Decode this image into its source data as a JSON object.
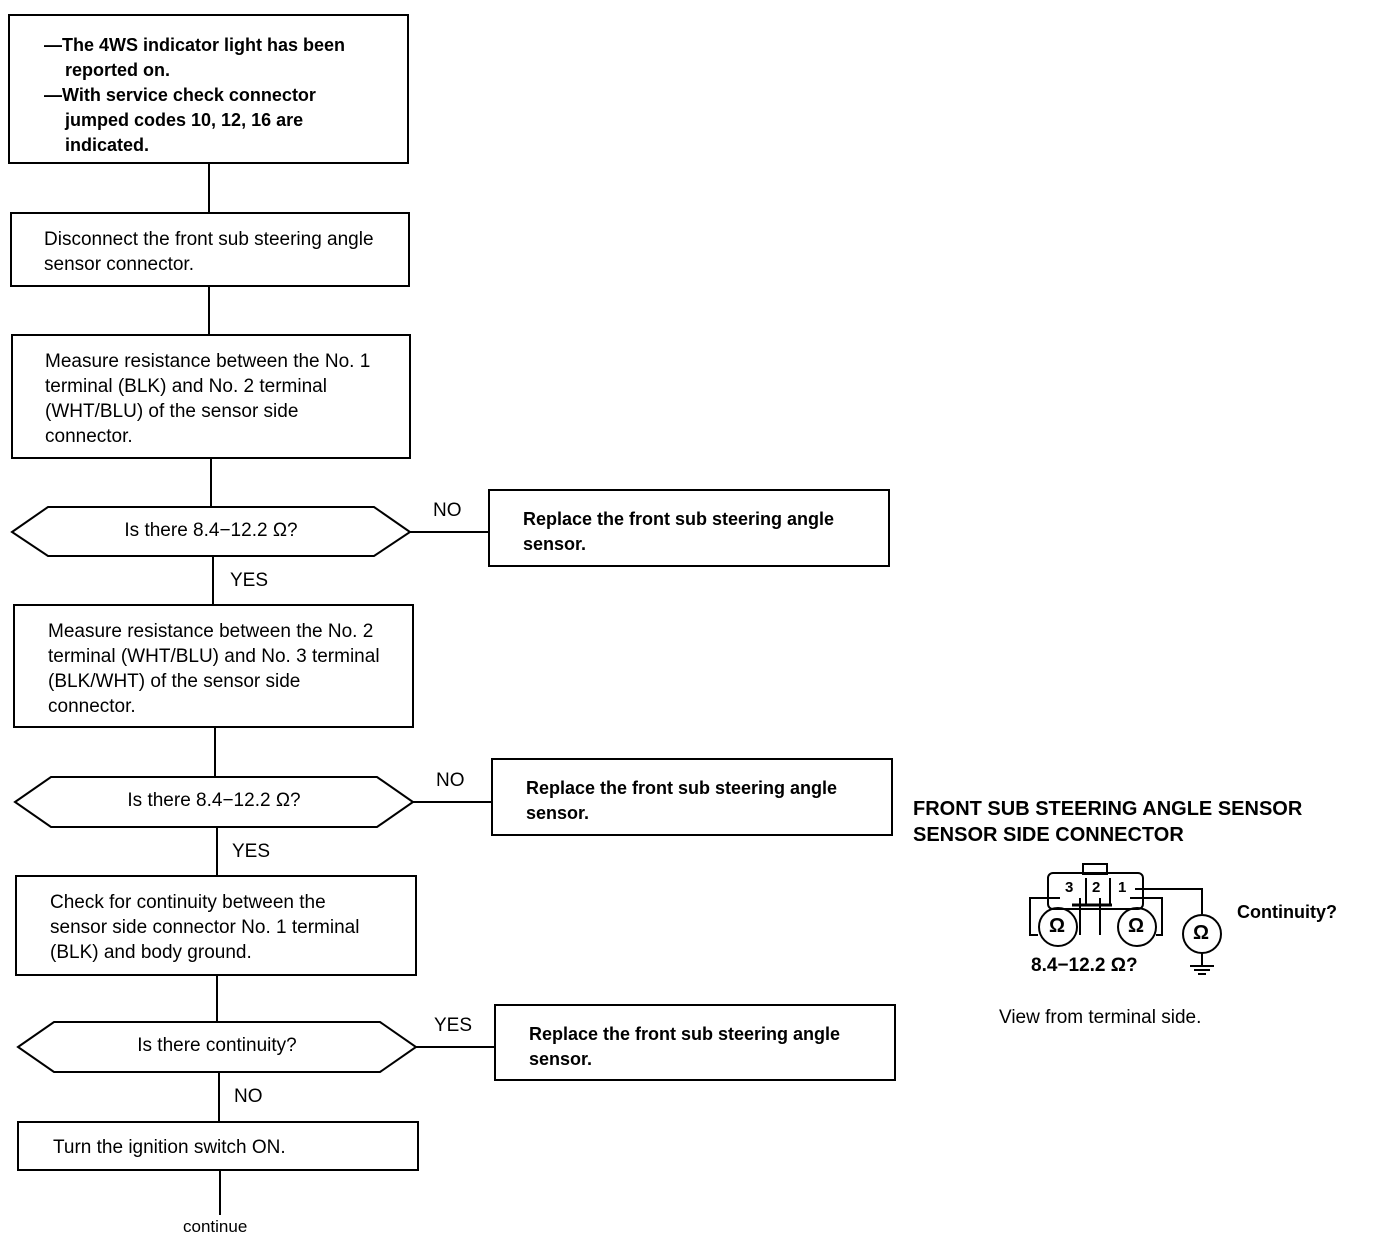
{
  "flow": {
    "start": {
      "bullets": [
        "The 4WS indicator light has been reported on.",
        "With service check connector jumped codes 10, 12, 16 are indicated."
      ]
    },
    "step_disconnect": "Disconnect the front sub steering angle sensor connector.",
    "step_measure_1_2": "Measure resistance between the No. 1 terminal (BLK) and No. 2 terminal (WHT/BLU) of the sensor side connector.",
    "decision_1": "Is there 8.4−12.2 Ω?",
    "decision_1_no": "NO",
    "action_replace_1": "Replace the front sub steering angle sensor.",
    "decision_1_yes": "YES",
    "step_measure_2_3": "Measure resistance between the No. 2 terminal (WHT/BLU) and No. 3 terminal (BLK/WHT) of the sensor side connector.",
    "decision_2": "Is there 8.4−12.2 Ω?",
    "decision_2_no": "NO",
    "action_replace_2": "Replace the front sub steering angle sensor.",
    "decision_2_yes": "YES",
    "step_continuity": "Check for continuity between the sensor side connector No. 1 terminal (BLK) and body ground.",
    "decision_3": "Is there continuity?",
    "decision_3_yes": "YES",
    "action_replace_3": "Replace the front sub steering angle sensor.",
    "decision_3_no": "NO",
    "step_ignition": "Turn the ignition switch ON.",
    "continue_label": "continue"
  },
  "figure": {
    "title_line1": "FRONT SUB STEERING ANGLE SENSOR",
    "title_line2": "SENSOR SIDE CONNECTOR",
    "terminals": [
      "3",
      "2",
      "1"
    ],
    "ohm_symbol": "Ω",
    "resistance_label": "8.4−12.2 Ω?",
    "continuity_label": "Continuity?",
    "caption": "View from terminal side."
  }
}
